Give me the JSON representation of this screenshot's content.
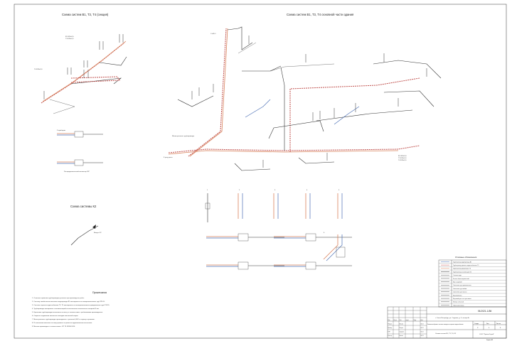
{
  "schemes": {
    "left_title": "Схема систем В1, Т3, Т4 (секция)",
    "main_title": "Схема систем В1, Т3, Т4 основной части здания",
    "k2_title": "Схема системы К2"
  },
  "labels": {
    "riser": "Ст.В1-1",
    "pipe_b1": "В1 Ф20х2,0",
    "pipe_t3": "Т3 Ф20х2,0",
    "pipe_t4": "Т4 Ф20х2,0",
    "main_line": "Магистральные трубопроводы",
    "from_meter": "К узлу учета",
    "to_fixtures": "К приборам",
    "distribution": "Распределительный коллектор 3/4\"",
    "k2_out": "Выпуск К2",
    "details": [
      "1",
      "2",
      "3",
      "4",
      "5",
      "6"
    ]
  },
  "notes": {
    "title": "Примечания",
    "items": [
      "1. Отметки и привязки трубопроводов уточнить при производстве работ.",
      "2. Систему хозяйственно-питьевого водопровода В1 монтировать из полипропиленовых труб PN 20.",
      "3. Системы горячего водоснабжения Т3, Т4 монтировать из полипропиленовых армированных труб PN 25.",
      "4. Трубопроводы изолировать теплоизоляцией из вспененного полиэтилена толщиной 9 мм.",
      "5. Крепление трубопроводов выполнить по месту в соответствии с требованиями производителя.",
      "6. Сварные соединения выполнять методом контактной сварки.",
      "7. Магистральные трубопроводы прокладывать с уклоном 0,002 в сторону спускников.",
      "8. По окончании монтажа систему промыть и провести гидравлические испытания.",
      "9. Монтаж производить в соответствии с СП 73.13330.2016."
    ]
  },
  "legend": {
    "title": "Условные обозначения",
    "items": [
      "Трубопровод водопровода В1",
      "Трубопровод горячего водоснабжения Т3",
      "Трубопровод циркуляции Т4",
      "Трубопровод канализации К2",
      "Счетчик воды",
      "Клапан балансировочный",
      "Кран шаровой",
      "Смеситель для умывальника",
      "Смеситель для мойки",
      "Смеситель для ванны",
      "Шаровой кран",
      "Шаровой кран со спускником",
      "Фильтр сетчатый",
      "Обратный клапан"
    ]
  },
  "title_block": {
    "code": "06.2021-1-ВК",
    "address": "г. Санкт-Петербург, ул. Садовая, д. 5, литера А",
    "object": "Капитальный ремонт системы холодного и горячего водоснабжения",
    "sheet_name": "Схемы систем В1, Т3, Т4, К2",
    "stage_label": "Стадия",
    "stage": "Р",
    "sheet_label": "Лист",
    "sheet": "5",
    "sheets_label": "Листов",
    "sheets": "8",
    "org": "ООО \"ПроектСтрой\"",
    "roles": [
      "Разраб.",
      "Провер.",
      "ГИП",
      "Н.контр."
    ],
    "names": [
      "Иванов",
      "Петров",
      "Сидоров",
      "Козлов"
    ],
    "dates": [
      "06.21",
      "06.21",
      "06.21",
      "06.21"
    ],
    "columns": [
      "Изм.",
      "Кол.уч",
      "Лист",
      "№док.",
      "Подп.",
      "Дата"
    ],
    "format": "Формат А3"
  },
  "colors": {
    "b1": "#4a6fb5",
    "t3": "#c0504d",
    "t4": "#d9825b"
  }
}
